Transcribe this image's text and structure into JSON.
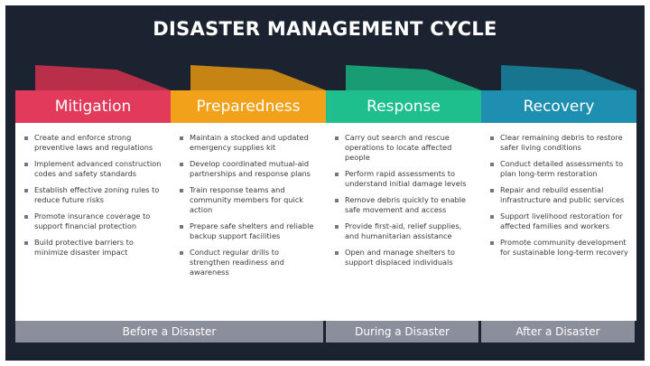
{
  "title": "DISASTER MANAGEMENT CYCLE",
  "colors": {
    "background": "#1c2330",
    "mitigation": "#e23a5a",
    "preparedness": "#f2a11a",
    "response": "#1fbf8d",
    "recovery": "#1e8fb0",
    "footer": "#8a8f9b"
  },
  "phases": [
    {
      "name": "Mitigation",
      "items": [
        "Create and enforce strong preventive laws and regulations",
        "Implement advanced construction codes and safety standards",
        "Establish effective zoning rules to reduce future risks",
        "Promote insurance coverage to support financial protection",
        "Build protective barriers to minimize disaster impact"
      ]
    },
    {
      "name": "Preparedness",
      "items": [
        "Maintain a stocked and updated emergency supplies kit",
        "Develop coordinated mutual-aid partnerships and response plans",
        "Train response teams and community members for quick action",
        "Prepare safe shelters and reliable backup support facilities",
        "Conduct regular drills to strengthen readiness and awareness"
      ]
    },
    {
      "name": "Response",
      "items": [
        "Carry out search and rescue operations to locate affected people",
        "Perform rapid assessments to understand initial damage levels",
        "Remove debris quickly to enable safe movement and access",
        "Provide first-aid, relief supplies, and humanitarian assistance",
        "Open and manage shelters to support displaced individuals"
      ]
    },
    {
      "name": "Recovery",
      "items": [
        "Clear remaining debris to restore safer living conditions",
        "Conduct detailed assessments to plan long-term restoration",
        "Repair and rebuild essential infrastructure and public services",
        "Support livelihood restoration for affected families and workers",
        "Promote community development for sustainable long-term recovery"
      ]
    }
  ],
  "footers": [
    "Before a Disaster",
    "During a Disaster",
    "After a Disaster"
  ]
}
